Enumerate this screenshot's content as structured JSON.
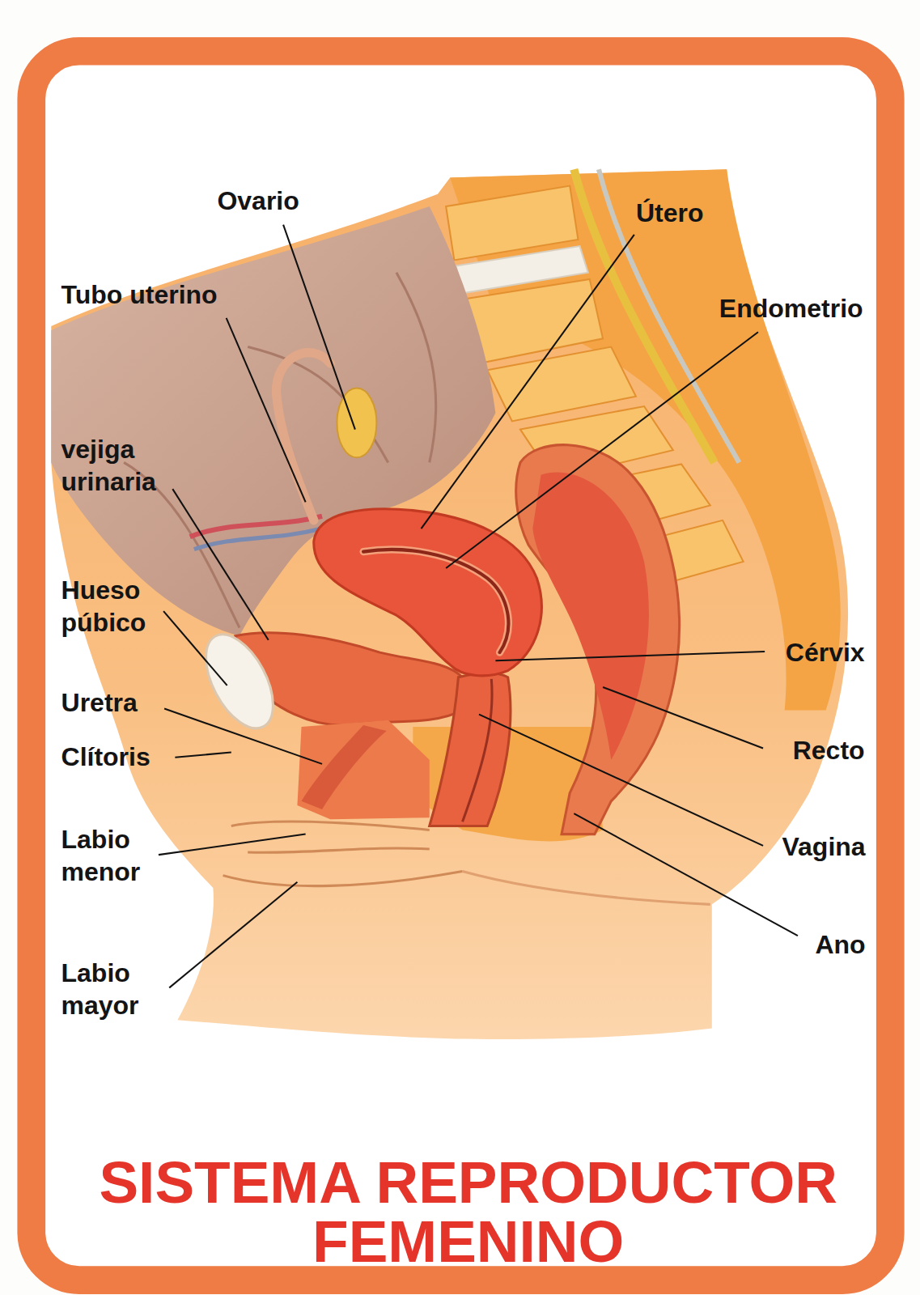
{
  "diagram": {
    "title": "SISTEMA REPRODUCTOR FEMENINO",
    "labels": [
      "Ovario",
      "Útero",
      "Tubo uterino",
      "Endometrio",
      "vejiga urinaria",
      "Hueso púbico",
      "Cérvix",
      "Uretra",
      "Recto",
      "Clítoris",
      "Labio menor",
      "Vagina",
      "Ano",
      "Labio mayor"
    ]
  }
}
